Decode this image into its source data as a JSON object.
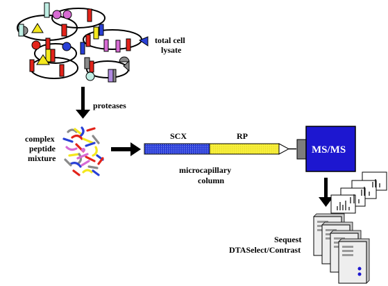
{
  "labels": {
    "total_cell_line1": "total cell",
    "total_cell_line2": "lysate",
    "proteases": "proteases",
    "complex_line1": "complex",
    "complex_line2": "peptide",
    "complex_line3": "mixture",
    "scx": "SCX",
    "rp": "RP",
    "column_line1": "microcapillary",
    "column_line2": "column",
    "msms": "MS/MS",
    "sequest": "Sequest",
    "dtaselect": "DTASelect/Contrast"
  },
  "colors": {
    "scx_blue": "#2c3fd8",
    "rp_yellow": "#f6ee3a",
    "ms_blue": "#1d17d0",
    "ms_gray": "#7d7d7d",
    "red": "#e2231a",
    "blue": "#2940d6",
    "yellow": "#f4e81e",
    "pink": "#d76bd3",
    "cyan": "#bfeee4",
    "gray": "#8a8a8a",
    "purple": "#b08ae0"
  }
}
